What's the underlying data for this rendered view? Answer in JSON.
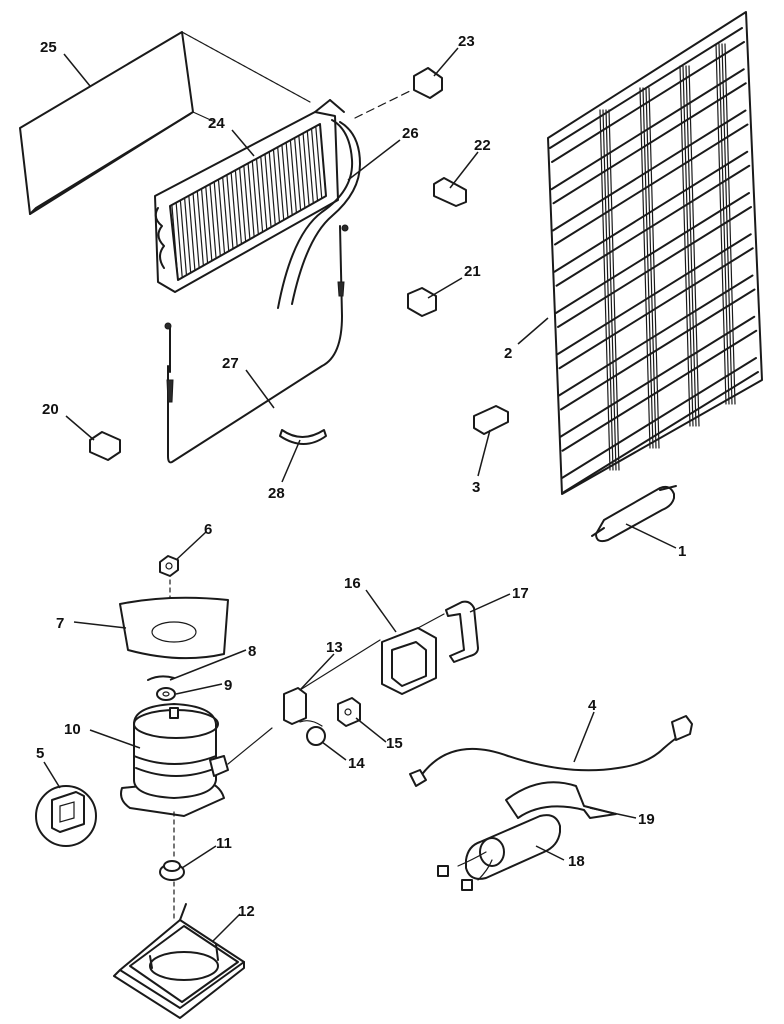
{
  "callouts": [
    {
      "id": "1",
      "text": "1"
    },
    {
      "id": "2",
      "text": "2"
    },
    {
      "id": "3",
      "text": "3"
    },
    {
      "id": "4",
      "text": "4"
    },
    {
      "id": "5",
      "text": "5"
    },
    {
      "id": "6",
      "text": "6"
    },
    {
      "id": "7",
      "text": "7"
    },
    {
      "id": "8",
      "text": "8"
    },
    {
      "id": "9",
      "text": "9"
    },
    {
      "id": "10",
      "text": "10"
    },
    {
      "id": "11",
      "text": "11"
    },
    {
      "id": "12",
      "text": "12"
    },
    {
      "id": "13",
      "text": "13"
    },
    {
      "id": "14",
      "text": "14"
    },
    {
      "id": "15",
      "text": "15"
    },
    {
      "id": "16",
      "text": "16"
    },
    {
      "id": "17",
      "text": "17"
    },
    {
      "id": "18",
      "text": "18"
    },
    {
      "id": "19",
      "text": "19"
    },
    {
      "id": "20",
      "text": "20"
    },
    {
      "id": "21",
      "text": "21"
    },
    {
      "id": "22",
      "text": "22"
    },
    {
      "id": "23",
      "text": "23"
    },
    {
      "id": "24",
      "text": "24"
    },
    {
      "id": "25",
      "text": "25"
    },
    {
      "id": "26",
      "text": "26"
    },
    {
      "id": "27",
      "text": "27"
    },
    {
      "id": "28",
      "text": "28"
    }
  ],
  "colors": {
    "ink": "#1a1a1a",
    "paper": "#ffffff"
  }
}
